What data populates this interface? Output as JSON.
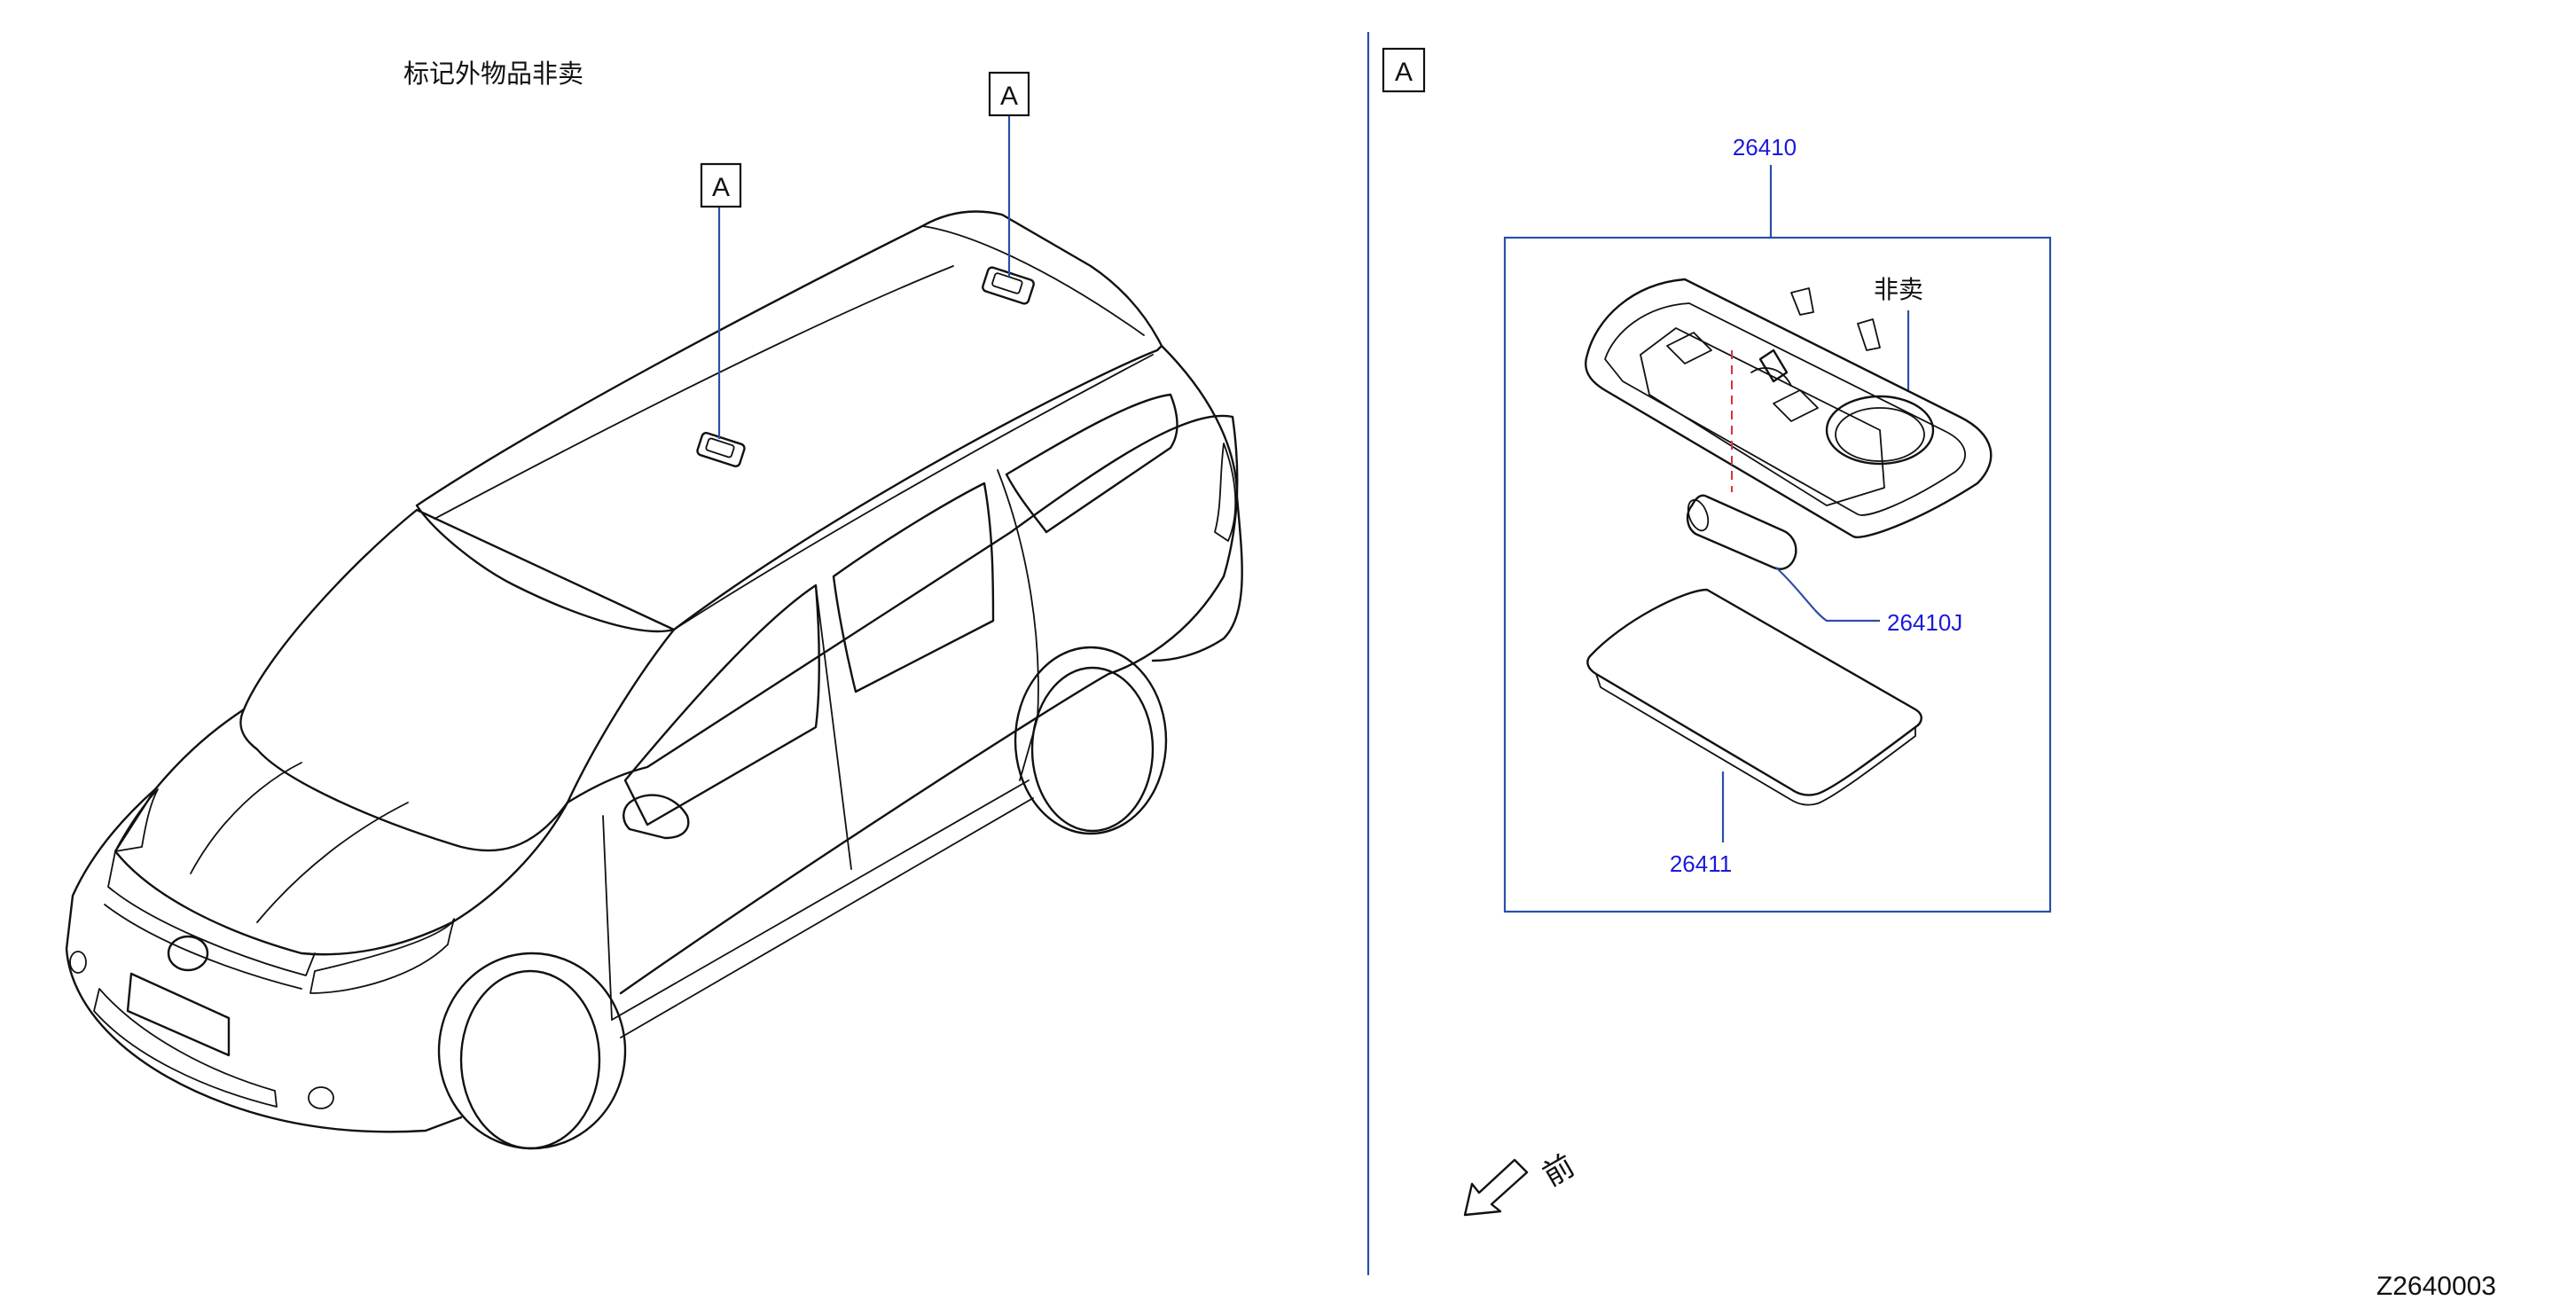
{
  "notice": "标记外物品非卖",
  "section_marker": "A",
  "callout_front": "A",
  "callout_rear": "A",
  "parts": {
    "assembly": "26410",
    "bulb": "26410J",
    "lens": "26411",
    "not_for_sale": "非卖"
  },
  "direction_label": "前",
  "drawing_code": "Z2640003",
  "colors": {
    "leader_blue": "#2a4fa8",
    "part_number_blue": "#1a1adc",
    "dash_red": "#e0303a"
  }
}
